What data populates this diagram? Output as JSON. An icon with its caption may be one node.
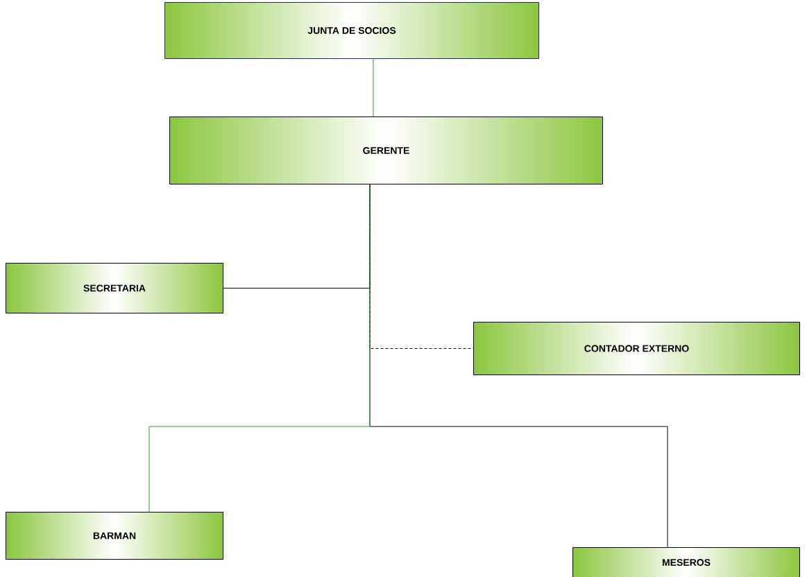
{
  "diagram": {
    "nodes": [
      {
        "text": [
          "JUNTA DE SOCIOS"
        ]
      },
      {
        "text": [
          "GERENTE"
        ]
      },
      {
        "text": [
          "SECRETARIA"
        ]
      },
      {
        "text": [
          "CONTADOR EXTERNO"
        ]
      },
      {
        "text": [
          "BARMAN"
        ]
      },
      {
        "text": [
          "MESEROS"
        ]
      }
    ],
    "edges": [
      {
        "from": 0,
        "to": 1,
        "arrow": "none",
        "color": "#339933"
      },
      {
        "from": 1,
        "to": 2,
        "arrow": "none"
      },
      {
        "from": 1,
        "to": 3,
        "arrow": "none",
        "style": "dashed"
      },
      {
        "from": 1,
        "to": 4,
        "arrow": "none",
        "color": "#339933"
      },
      {
        "from": 1,
        "to": 5,
        "arrow": "none"
      }
    ]
  }
}
